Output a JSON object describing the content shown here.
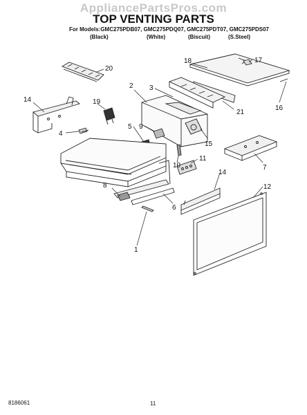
{
  "watermark": "AppliancePartsPros.com",
  "title": "TOP VENTING PARTS",
  "models_line": "For Models:GMC275PDB07, GMC275PDQ07, GMC275PDT07, GMC275PDS07",
  "finishes": [
    "(Black)",
    "(White)",
    "(Biscuit)",
    "(S.Steel)"
  ],
  "doc_number": "8186061",
  "page_number": "11",
  "callouts": [
    "20",
    "18",
    "17",
    "2",
    "3",
    "14",
    "19",
    "21",
    "16",
    "9",
    "5",
    "4",
    "15",
    "7",
    "10",
    "11",
    "8",
    "14",
    "12",
    "6",
    "1"
  ]
}
